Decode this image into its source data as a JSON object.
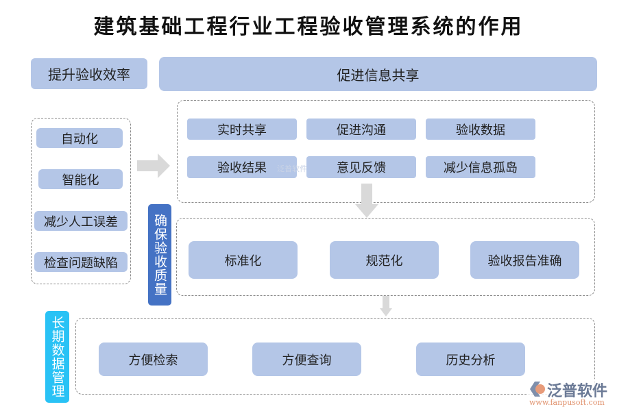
{
  "title": "建筑基础工程行业工程验收管理系统的作用",
  "header_left": "提升验收效率",
  "header_right": "促进信息共享",
  "left_items": [
    "自动化",
    "智能化",
    "减少人工误差",
    "检查问题缺陷"
  ],
  "share_items": [
    "实时共享",
    "促进沟通",
    "验收数据",
    "验收结果",
    "意见反馈",
    "减少信息孤岛"
  ],
  "quality": {
    "label": "确保验收质量",
    "items": [
      "标准化",
      "规范化",
      "验收报告准确"
    ]
  },
  "data_mgmt": {
    "label": "长期数据管理",
    "items": [
      "方便检索",
      "方便查询",
      "历史分析"
    ]
  },
  "watermark": {
    "brand": "泛普软件",
    "url": "www.fanpusoft.com"
  },
  "colors": {
    "box": "#b4c6e7",
    "quality": "#4472c4",
    "data": "#29c2f5",
    "arrow": "#d9d9d9"
  }
}
